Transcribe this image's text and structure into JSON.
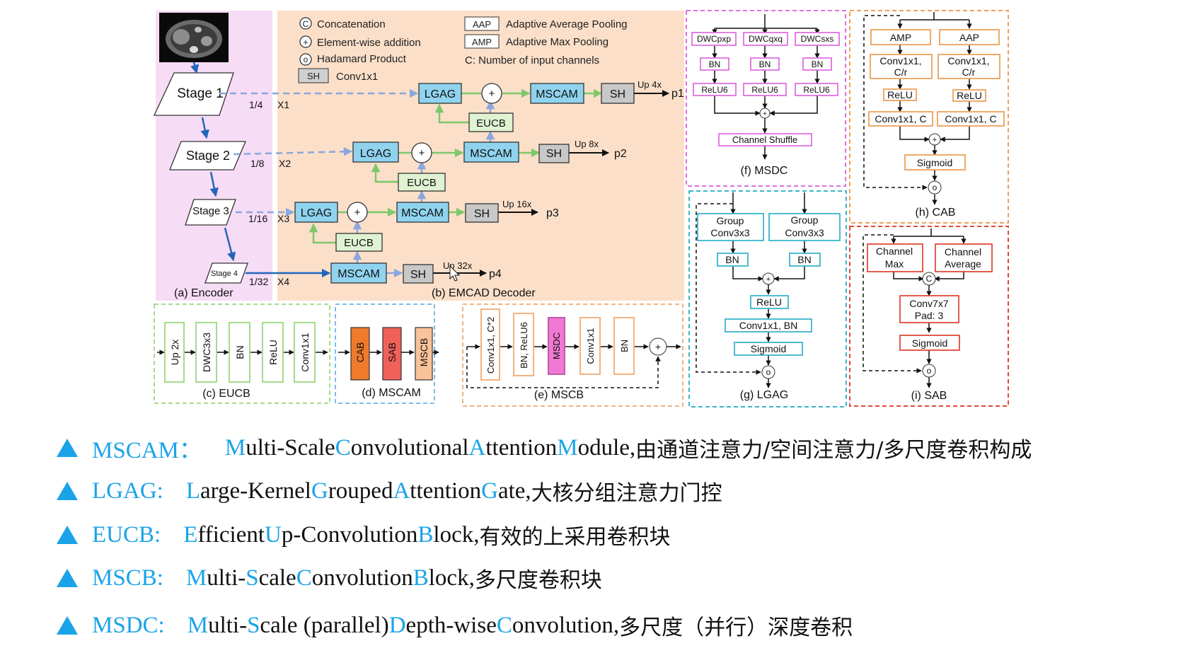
{
  "legend": {
    "concat_sym": "C",
    "concat": "Concatenation",
    "add_sym": "+",
    "add": "Element-wise addition",
    "hada_sym": "o",
    "hada": "Hadamard Product",
    "sh_sym": "SH",
    "sh": "Conv1x1",
    "aap_sym": "AAP",
    "aap": "Adaptive Average Pooling",
    "amp_sym": "AMP",
    "amp": "Adaptive Max Pooling",
    "c_note": "C: Number of input channels"
  },
  "encoder": {
    "stage1": "Stage 1",
    "stage2": "Stage 2",
    "stage3": "Stage 3",
    "stage4": "Stage 4",
    "r1": "1/4",
    "r2": "1/8",
    "r3": "1/16",
    "r4": "1/32",
    "x1": "X1",
    "x2": "X2",
    "x3": "X3",
    "x4": "X4",
    "caption": "(a) Encoder"
  },
  "decoder": {
    "lgag": "LGAG",
    "eucb": "EUCB",
    "mscam": "MSCAM",
    "sh": "SH",
    "plus": "+",
    "up1": "Up 4x",
    "up2": "Up 8x",
    "up3": "Up 16x",
    "up4": "Up 32x",
    "p1": "p1",
    "p2": "p2",
    "p3": "p3",
    "p4": "p4",
    "caption": "(b) EMCAD Decoder"
  },
  "eucb_panel": {
    "up": "Up 2x",
    "dwc": "DWC3x3",
    "bn": "BN",
    "relu": "ReLU",
    "conv": "Conv1x1",
    "caption": "(c) EUCB"
  },
  "mscam_panel": {
    "cab": "CAB",
    "sab": "SAB",
    "mscb": "MSCB",
    "caption": "(d) MSCAM"
  },
  "mscb_panel": {
    "conv": "Conv1x1, C*2",
    "bnrelu": "BN, ReLU6",
    "msdc": "MSDC",
    "conv2": "Conv1x1",
    "bn": "BN",
    "plus": "+",
    "caption": "(e) MSCB"
  },
  "msdc_panel": {
    "d1": "DWCpxp",
    "d2": "DWCqxq",
    "d3": "DWCsxs",
    "bn": "BN",
    "relu6": "ReLU6",
    "plus": "+",
    "shuffle": "Channel Shuffle",
    "caption": "(f) MSDC"
  },
  "lgag_panel": {
    "g1a": "Group",
    "g1b": "Conv3x3",
    "g2a": "Group",
    "g2b": "Conv3x3",
    "bn": "BN",
    "plus": "+",
    "relu": "ReLU",
    "conv": "Conv1x1, BN",
    "sig": "Sigmoid",
    "o": "o",
    "caption": "(g) LGAG"
  },
  "cab_panel": {
    "amp": "AMP",
    "aap": "AAP",
    "conv_a": "Conv1x1,",
    "conv_b": "C/r",
    "relu": "ReLU",
    "convc": "Conv1x1, C",
    "plus": "+",
    "sig": "Sigmoid",
    "o": "o",
    "caption": "(h) CAB"
  },
  "sab_panel": {
    "max_a": "Channel",
    "max_b": "Max",
    "avg_a": "Channel",
    "avg_b": "Average",
    "c": "C",
    "conv_a": "Conv7x7",
    "conv_b": "Pad: 3",
    "sig": "Sigmoid",
    "o": "o",
    "caption": "(i) SAB"
  },
  "bullets": [
    {
      "abbr": "MSCAM：",
      "parts": [
        [
          "M",
          "ulti-Scale "
        ],
        [
          "C",
          "onvolutional "
        ],
        [
          "A",
          "ttention "
        ],
        [
          "M",
          "odule, "
        ]
      ],
      "cn": "由通道注意力/空间注意力/多尺度卷积构成"
    },
    {
      "abbr": "LGAG:",
      "parts": [
        [
          "L",
          "arge-Kernel "
        ],
        [
          "G",
          "rouped "
        ],
        [
          "A",
          "ttention "
        ],
        [
          "G",
          "ate, "
        ]
      ],
      "cn": "大核分组注意力门控"
    },
    {
      "abbr": "EUCB:",
      "parts": [
        [
          "E",
          "fficient "
        ],
        [
          "U",
          "p-Convolution "
        ],
        [
          "B",
          "lock, "
        ]
      ],
      "cn": "有效的上采用卷积块"
    },
    {
      "abbr": "MSCB:",
      "parts": [
        [
          "M",
          "ulti-"
        ],
        [
          "S",
          "cale "
        ],
        [
          "C",
          "onvolution "
        ],
        [
          "B",
          "lock, "
        ]
      ],
      "cn": "多尺度卷积块"
    },
    {
      "abbr": "MSDC:",
      "parts": [
        [
          "M",
          "ulti-"
        ],
        [
          "S",
          "cale (parallel) "
        ],
        [
          "D",
          "epth-wise "
        ],
        [
          "C",
          "onvolution, "
        ]
      ],
      "cn": "多尺度（并行）深度卷积"
    }
  ]
}
